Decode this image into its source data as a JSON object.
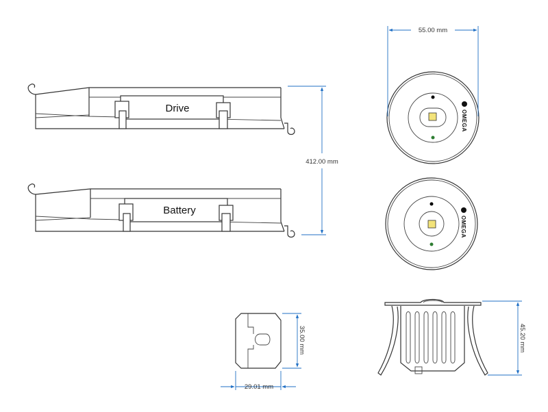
{
  "modules": {
    "drive_label": "Drive",
    "battery_label": "Battery"
  },
  "dimensions": {
    "module_length": "412.00 mm",
    "head_diameter": "55.00 mm",
    "cutout_height": "35.00 mm",
    "cutout_width": "29.01 mm",
    "body_height": "45.20 mm"
  },
  "brand": {
    "name": "OMEGA"
  },
  "colors": {
    "dimension_line": "#1f6fc5",
    "led_yellow": "#f3e37a",
    "indicator_green": "#2e7d32",
    "indicator_black": "#000000"
  }
}
